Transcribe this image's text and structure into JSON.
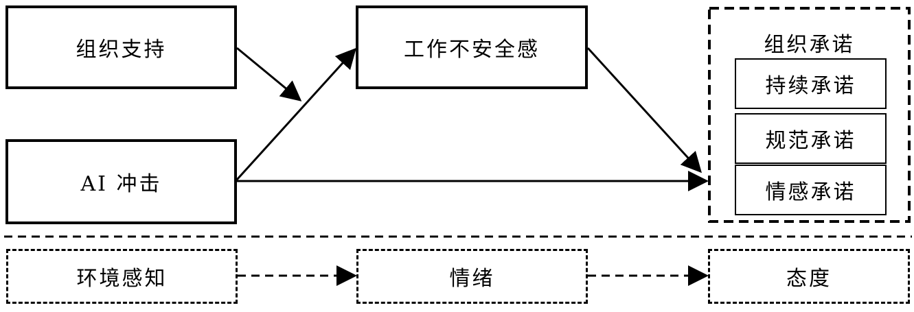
{
  "diagram": {
    "support": "组织支持",
    "ai_shock": "AI 冲击",
    "job_insecurity": "工作不安全感",
    "commitment": {
      "title": "组织承诺",
      "items": [
        "持续承诺",
        "规范承诺",
        "情感承诺"
      ]
    },
    "bottom": {
      "environment": "环境感知",
      "emotion": "情绪",
      "attitude": "态度"
    }
  }
}
